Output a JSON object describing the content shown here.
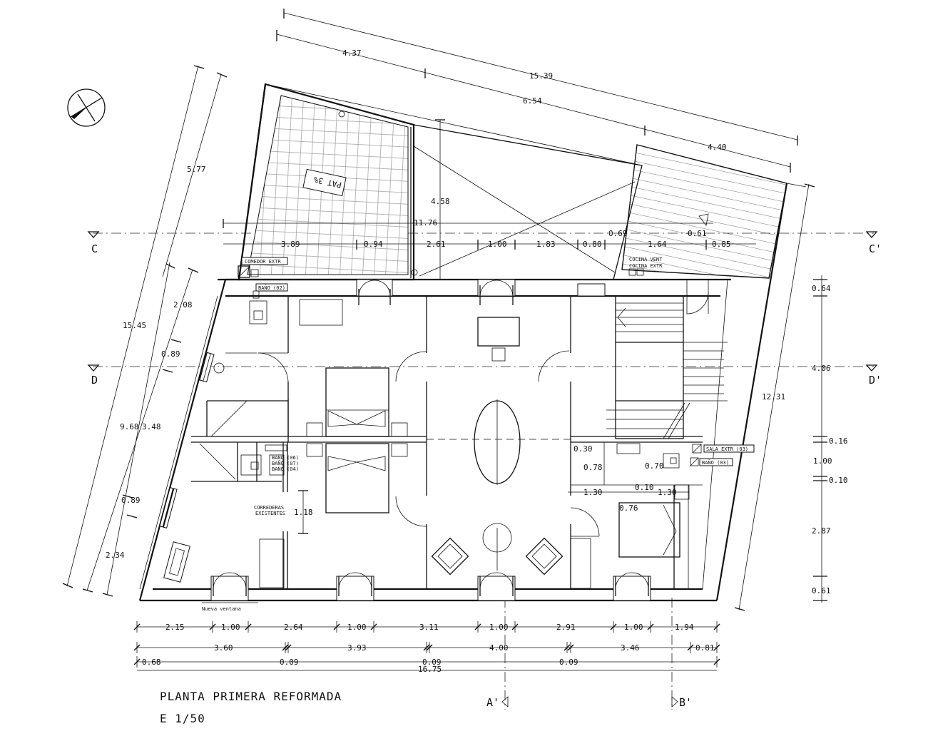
{
  "title": "PLANTA PRIMERA REFORMADA",
  "scale": "E 1/50",
  "section_marks": {
    "c_left": "C",
    "c_right": "C'",
    "d_left": "D",
    "d_right": "D'",
    "a": "A'",
    "b": "B'"
  },
  "room_labels": {
    "comedor": "COMEDOR EXTR",
    "bano_02": "BAÑO (02)",
    "cocina_vent": "COCINA VENT",
    "cocina_extr": "COCINA EXTR",
    "sala_extr": "SALA EXTR (03)",
    "bano_03": "BAÑO (03)",
    "bano_06": "BAÑO (06)",
    "bano_07": "BAÑO (07)",
    "bano_04": "BAÑO (04)",
    "correderas_1": "CORREDERAS",
    "correderas_2": "EXISTENTES",
    "nueva_ventana": "Nueva ventana",
    "pat": "PAT 3%"
  },
  "dims_top": {
    "d437": "4.37",
    "d1539": "15.39",
    "d654": "6.54",
    "d440": "4.40",
    "d458": "4.58",
    "d1176": "11.76",
    "d069": "0.69",
    "d061": "0.61",
    "d389": "3.89",
    "d094": "0.94",
    "d261": "2.61",
    "d100": "1.00",
    "d183": "1.83",
    "d080": "0.80",
    "d164": "1.64",
    "d085": "0.85"
  },
  "dims_left": {
    "d577": "5.77",
    "d1545": "15.45",
    "d208": "2.08",
    "d089a": "0.89",
    "d968": "9.68",
    "d348": "3.48",
    "d089b": "0.89",
    "d234": "2.34"
  },
  "dims_right": {
    "d064": "0.64",
    "d406": "4.06",
    "d1231": "12.31",
    "d016": "0.16",
    "d100": "1.00",
    "d010": "0.10",
    "d287": "2.87",
    "d061": "0.61"
  },
  "dims_inner": {
    "d118": "1.18",
    "d030": "0.30",
    "d078a": "0.78",
    "d070": "0.70",
    "d010": "0.10",
    "d130a": "1.30",
    "d130b": "1.30",
    "d076": "0.76"
  },
  "dims_bottom": {
    "row1": [
      "2.15",
      "1.00",
      "2.64",
      "1.00",
      "3.11",
      "1.00",
      "2.91",
      "1.00",
      "1.94"
    ],
    "row2": [
      "3.60",
      "3.93",
      "4.00",
      "3.46",
      "0.81"
    ],
    "row3": [
      "0.68",
      "0.09",
      "0.09",
      "0.09"
    ],
    "total": "16.75"
  }
}
